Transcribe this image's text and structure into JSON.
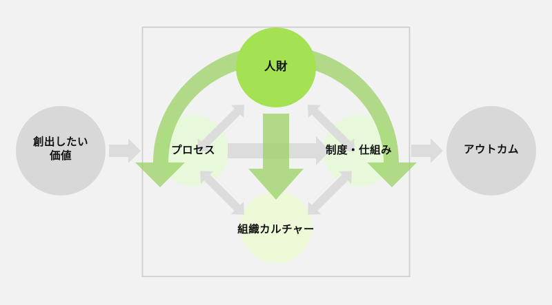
{
  "diagram": {
    "title": "",
    "background_color": "#f2f2f2",
    "frame": {
      "name": "inner-framework-box",
      "border_color": "#c9c9c9",
      "fill_color": "#f2f2f2"
    },
    "colors": {
      "gray_node": "#d8d8d8",
      "bright_green": "#a5e253",
      "pale_green": "#e8f9db",
      "arc_green": "#b4e084",
      "gray_arrow": "#dcdcdc",
      "text": "#111111"
    },
    "outer_nodes": [
      {
        "name": "input-value-node",
        "id": "value",
        "lines": [
          "創出したい",
          "価値"
        ],
        "shape": "circle",
        "fill": "#d8d8d8"
      },
      {
        "name": "outcome-node",
        "id": "outcome",
        "lines": [
          "アウトカム"
        ],
        "shape": "circle",
        "fill": "#d8d8d8"
      }
    ],
    "inner_nodes": [
      {
        "name": "jinzai-node",
        "id": "jinzai",
        "lines": [
          "人財"
        ],
        "shape": "circle",
        "fill": "#a5e253",
        "position": "top"
      },
      {
        "name": "process-node",
        "id": "process",
        "lines": [
          "プロセス"
        ],
        "shape": "circle",
        "fill": "#e8f9db",
        "position": "left"
      },
      {
        "name": "seido-shikumi-node",
        "id": "seido",
        "lines": [
          "制度・仕組み"
        ],
        "shape": "circle",
        "fill": "#e8f9db",
        "position": "right"
      },
      {
        "name": "soshiki-culture-node",
        "id": "culture",
        "lines": [
          "組織カルチャー"
        ],
        "shape": "circle",
        "fill": "#eef9d8",
        "position": "bottom"
      }
    ],
    "connectors": [
      {
        "name": "value-to-framework-arrow",
        "style": "gray-straight",
        "direction": "right"
      },
      {
        "name": "framework-to-outcome-arrow",
        "style": "gray-straight",
        "direction": "right"
      },
      {
        "name": "jinzai-arc-arrow",
        "style": "green-arc",
        "direction": "both"
      },
      {
        "name": "jinzai-to-culture-arrow",
        "style": "green-down",
        "direction": "down"
      },
      {
        "name": "process-to-seido-arrow",
        "style": "gray-straight",
        "direction": "right"
      },
      {
        "name": "process-jinzai-arrow",
        "style": "gray-diagonal",
        "direction": "both"
      },
      {
        "name": "jinzai-seido-arrow",
        "style": "gray-diagonal",
        "direction": "both"
      },
      {
        "name": "process-culture-arrow",
        "style": "gray-diagonal",
        "direction": "both"
      },
      {
        "name": "culture-seido-arrow",
        "style": "gray-diagonal",
        "direction": "both"
      }
    ]
  }
}
